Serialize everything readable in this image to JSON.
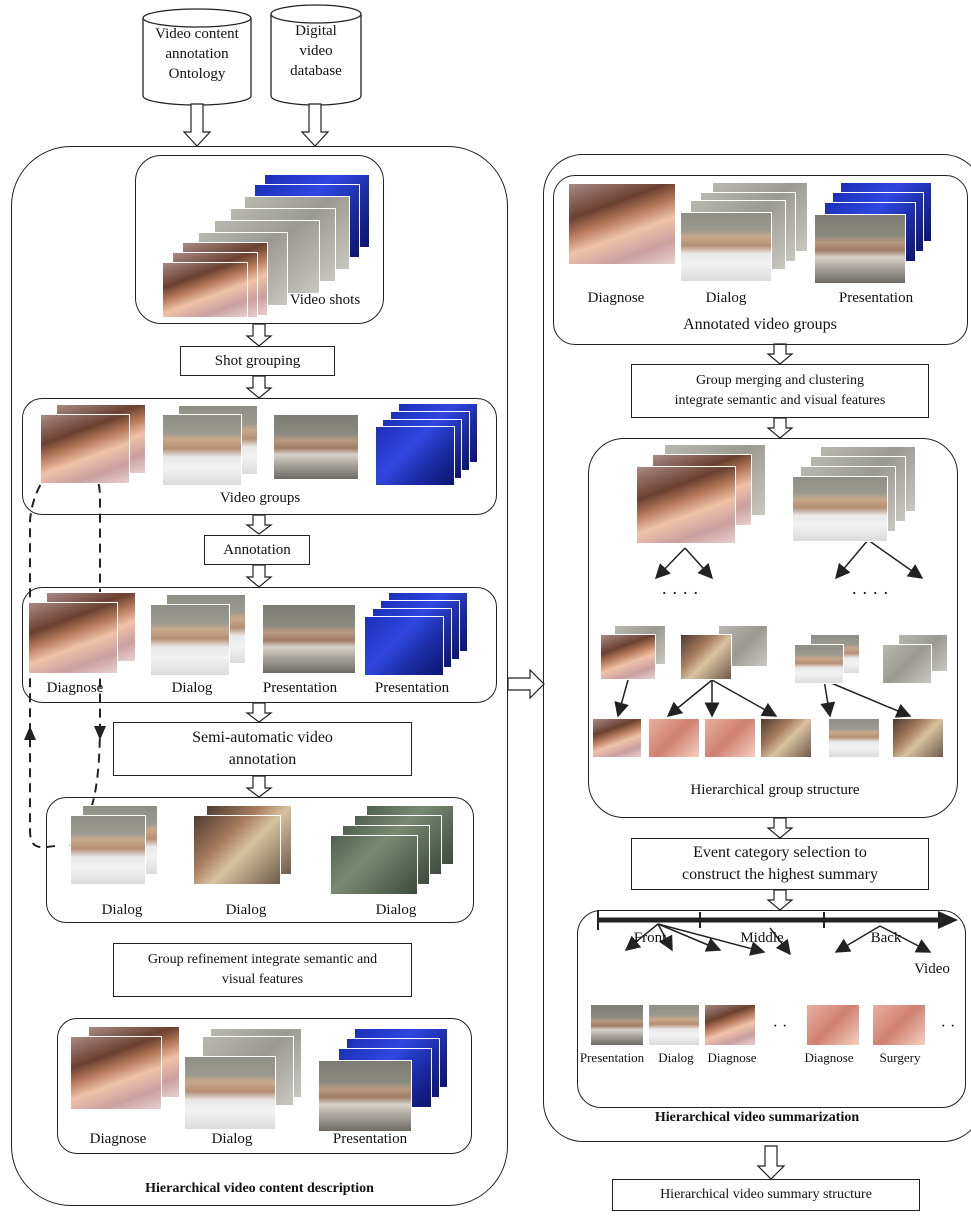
{
  "sources": {
    "ontology": "Video content annotation Ontology",
    "ontology_lines": [
      "Video content",
      "annotation",
      "Ontology"
    ],
    "database_lines": [
      "Digital",
      "video",
      "database"
    ]
  },
  "left_panel": {
    "title": "Hierarchical video content description",
    "video_shots_label": "Video shots",
    "shot_grouping": "Shot grouping",
    "video_groups_label": "Video groups",
    "annotation": "Annotation",
    "annotated_labels": [
      "Diagnose",
      "Dialog",
      "Presentation",
      "Presentation"
    ],
    "semi_auto_lines": [
      "Semi-automatic video",
      "annotation"
    ],
    "dialog_labels": [
      "Dialog",
      "Dialog",
      "Dialog"
    ],
    "refinement_lines": [
      "Group refinement integrate semantic and",
      "visual features"
    ],
    "final_labels": [
      "Diagnose",
      "Dialog",
      "Presentation"
    ]
  },
  "right_panel": {
    "title": "Hierarchical video summarization",
    "top_labels": [
      "Diagnose",
      "Dialog",
      "Presentation"
    ],
    "annotated_groups_label": "Annotated video groups",
    "merge_lines": [
      "Group merging and clustering",
      "integrate semantic and visual features"
    ],
    "dots": "· · · ·",
    "hier_label": "Hierarchical group structure",
    "event_lines": [
      "Event category selection to",
      "construct the highest summary"
    ],
    "timeline": {
      "front": "Front",
      "middle": "Middle",
      "back": "Back",
      "axis": "Video"
    },
    "summary_labels": [
      "Presentation",
      "Dialog",
      "Diagnose",
      "Diagnose",
      "Surgery"
    ],
    "ellipsis": "· ·"
  },
  "output_label": "Hierarchical video summary structure"
}
